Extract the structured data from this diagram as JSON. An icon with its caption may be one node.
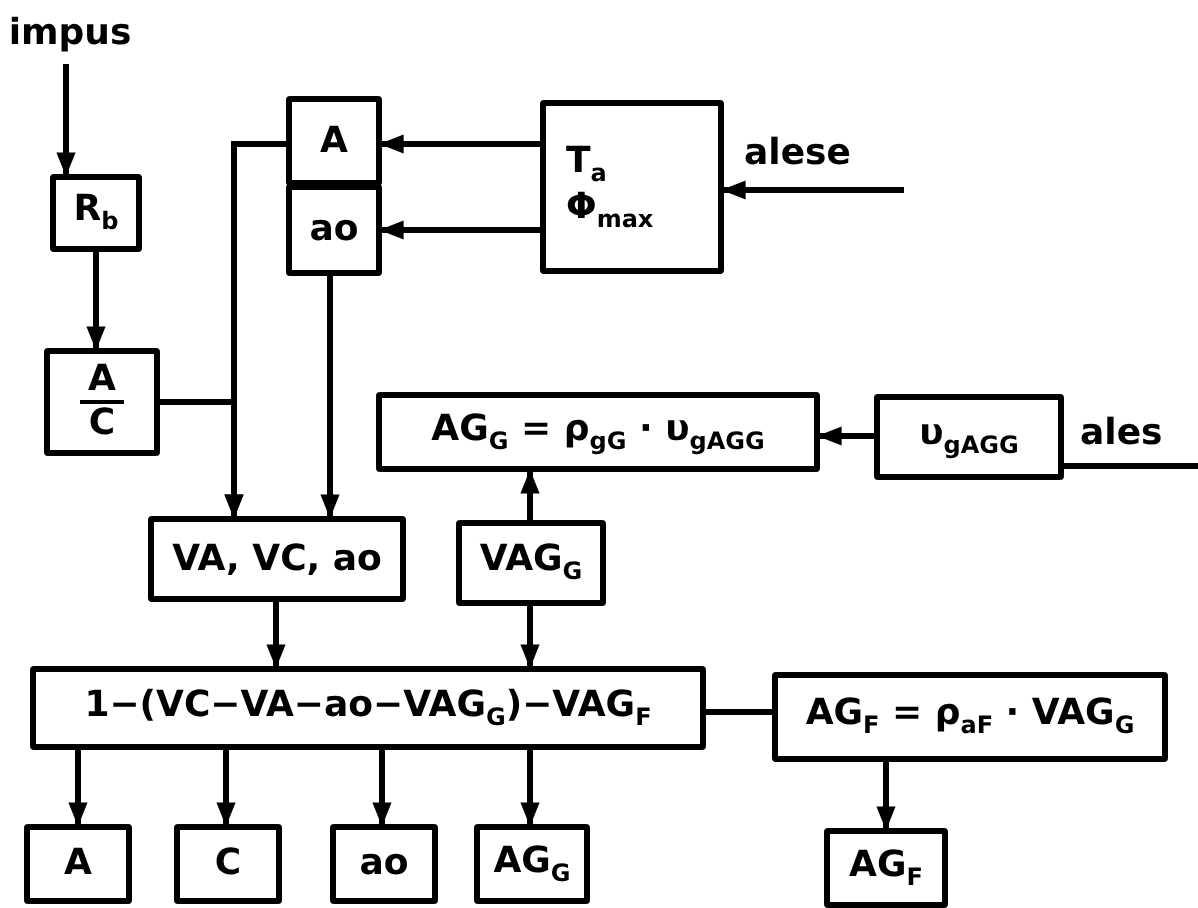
{
  "diagram": {
    "nodes": [
      {
        "text": [
          "impus"
        ]
      },
      {
        "text": [
          "R$_{b}$"
        ]
      },
      {
        "text": [
          "A",
          "C"
        ]
      },
      {
        "text": [
          "A"
        ]
      },
      {
        "text": [
          "ao"
        ]
      },
      {
        "text": [
          "T$_{a}$",
          "Φ$_{max}$"
        ]
      },
      {
        "text": [
          "AG$_{G}$ = ρ$_{gG}$ · υ$_{gAGG}$"
        ]
      },
      {
        "text": [
          "υ$_{gAGG}$"
        ]
      },
      {
        "text": [
          "VA, VC, ao"
        ]
      },
      {
        "text": [
          "VAG$_{G}$"
        ]
      },
      {
        "text": [
          "1−(VC−VA−ao−VAG$_{G}$)−VAG$_{F}$"
        ]
      },
      {
        "text": [
          "AG$_{F}$ = ρ$_{aF}$ · VAG$_{G}$"
        ]
      },
      {
        "text": [
          "A"
        ]
      },
      {
        "text": [
          "C"
        ]
      },
      {
        "text": [
          "ao"
        ]
      },
      {
        "text": [
          "AG$_{G}$"
        ]
      },
      {
        "text": [
          "AG$_{F}$"
        ]
      }
    ],
    "edges": [
      {
        "from": 0,
        "to": 1,
        "arrow": "to"
      },
      {
        "from": 1,
        "to": 2,
        "arrow": "to"
      },
      {
        "from": 5,
        "to": 3,
        "arrow": "to"
      },
      {
        "from": 5,
        "to": 4,
        "arrow": "to"
      },
      {
        "from": null,
        "to": 5,
        "arrow": "to",
        "label": "alese"
      },
      {
        "from": 3,
        "to": 8,
        "arrow": "to"
      },
      {
        "from": 2,
        "to": 8,
        "arrow": "to"
      },
      {
        "from": 4,
        "to": 8,
        "arrow": "to"
      },
      {
        "from": 7,
        "to": 6,
        "arrow": "to"
      },
      {
        "from": null,
        "to": 7,
        "arrow": "none",
        "label": "ales"
      },
      {
        "from": 9,
        "to": 6,
        "arrow": "to"
      },
      {
        "from": 8,
        "to": 10,
        "arrow": "to"
      },
      {
        "from": 9,
        "to": 10,
        "arrow": "to"
      },
      {
        "from": 10,
        "to": 12,
        "arrow": "to"
      },
      {
        "from": 10,
        "to": 13,
        "arrow": "to"
      },
      {
        "from": 10,
        "to": 14,
        "arrow": "to"
      },
      {
        "from": 10,
        "to": 15,
        "arrow": "to"
      },
      {
        "from": 10,
        "to": 11,
        "arrow": "none"
      },
      {
        "from": 11,
        "to": 16,
        "arrow": "to"
      }
    ]
  }
}
